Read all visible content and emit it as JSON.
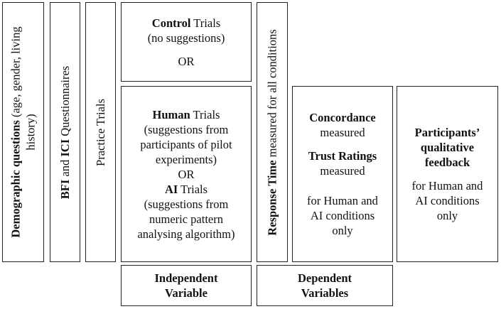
{
  "columns": {
    "demographic": {
      "bold": "Demographic questions",
      "rest1": " (age, gender, living",
      "line2": "history)"
    },
    "questionnaires": {
      "bold1": "BFI",
      "mid": " and ",
      "bold2": "ICI",
      "rest": " Questionnaires"
    },
    "practice": {
      "text": "Practice Trials"
    },
    "response_time": {
      "bold": "Response Time",
      "rest": " measured for all conditions"
    }
  },
  "control": {
    "bold": "Control",
    "rest": " Trials",
    "line2": "(no suggestions)",
    "line3": "OR"
  },
  "human_ai": {
    "human_bold": "Human",
    "human_rest": " Trials",
    "human_desc1": "(suggestions from",
    "human_desc2": "participants of pilot",
    "human_desc3": "experiments)",
    "or": "OR",
    "ai_bold": "AI",
    "ai_rest": " Trials",
    "ai_desc1": "(suggestions from",
    "ai_desc2": "numeric pattern",
    "ai_desc3": "analysing algorithm)"
  },
  "measures": {
    "concordance": "Concordance",
    "concordance_sub": "measured",
    "trust": "Trust Ratings",
    "trust_sub": "measured",
    "note1": "for Human and",
    "note2": "AI conditions",
    "note3": "only"
  },
  "feedback": {
    "title1": "Participants’",
    "title2": "qualitative",
    "title3": "feedback",
    "note1": "for Human and",
    "note2": "AI conditions",
    "note3": "only"
  },
  "labels": {
    "independent1": "Independent",
    "independent2": "Variable",
    "dependent1": "Dependent",
    "dependent2": "Variables"
  }
}
